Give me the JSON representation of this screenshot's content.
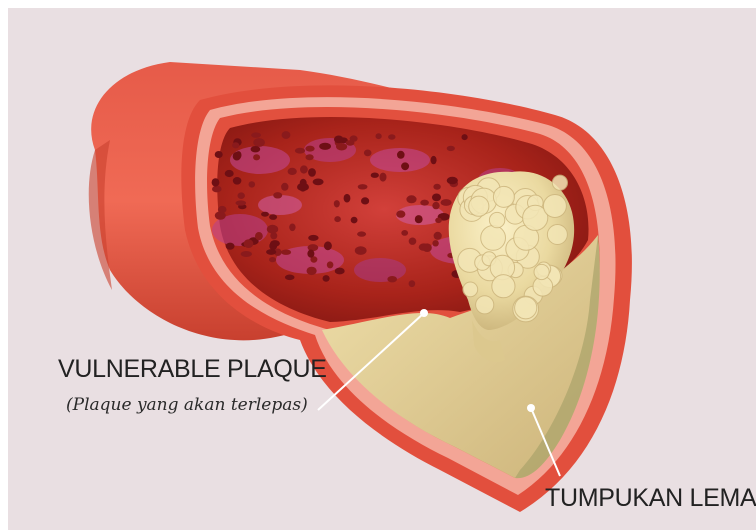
{
  "labels": {
    "vulnerable_plaque": "VULNERABLE PLAQUE",
    "vulnerable_plaque_note": "(Plaque yang akan terlepas)",
    "fat_deposit": "TUMPUKAN LEMAK"
  },
  "colors": {
    "background": "#e9dfe2",
    "artery_outer": "#e85a48",
    "artery_wall_pale": "#f4a79a",
    "lumen": "#b52a1c",
    "plaque": "#eedfa8",
    "leader_line": "#ffffff"
  },
  "icons": {
    "artery": "artery-cross-section-illustration"
  }
}
